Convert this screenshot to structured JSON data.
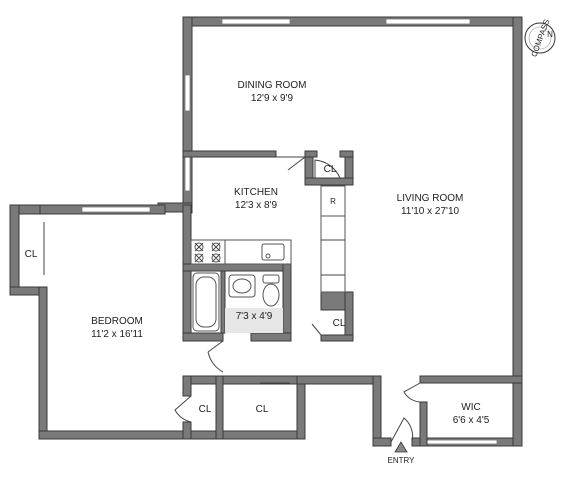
{
  "rooms": {
    "dining": {
      "name": "DINING ROOM",
      "size": "12'9 x 9'9"
    },
    "kitchen": {
      "name": "KITCHEN",
      "size": "12'3 x 8'9"
    },
    "living": {
      "name": "LIVING ROOM",
      "size": "11'10 x 27'10"
    },
    "bedroom": {
      "name": "BEDROOM",
      "size": "11'2 x 16'11"
    },
    "bath": {
      "size": "7'3 x 4'9"
    },
    "wic": {
      "name": "WIC",
      "size": "6'6 x 4'5"
    }
  },
  "closets": {
    "kitchen_cl": "CL",
    "living_cl": "CL",
    "bedroom_left_cl": "CL",
    "bedroom_small_cl": "CL",
    "hall_cl": "CL"
  },
  "appliances": {
    "refrigerator": "R"
  },
  "entry": "ENTRY",
  "compass": {
    "label": "COMPASS",
    "north": "N"
  }
}
